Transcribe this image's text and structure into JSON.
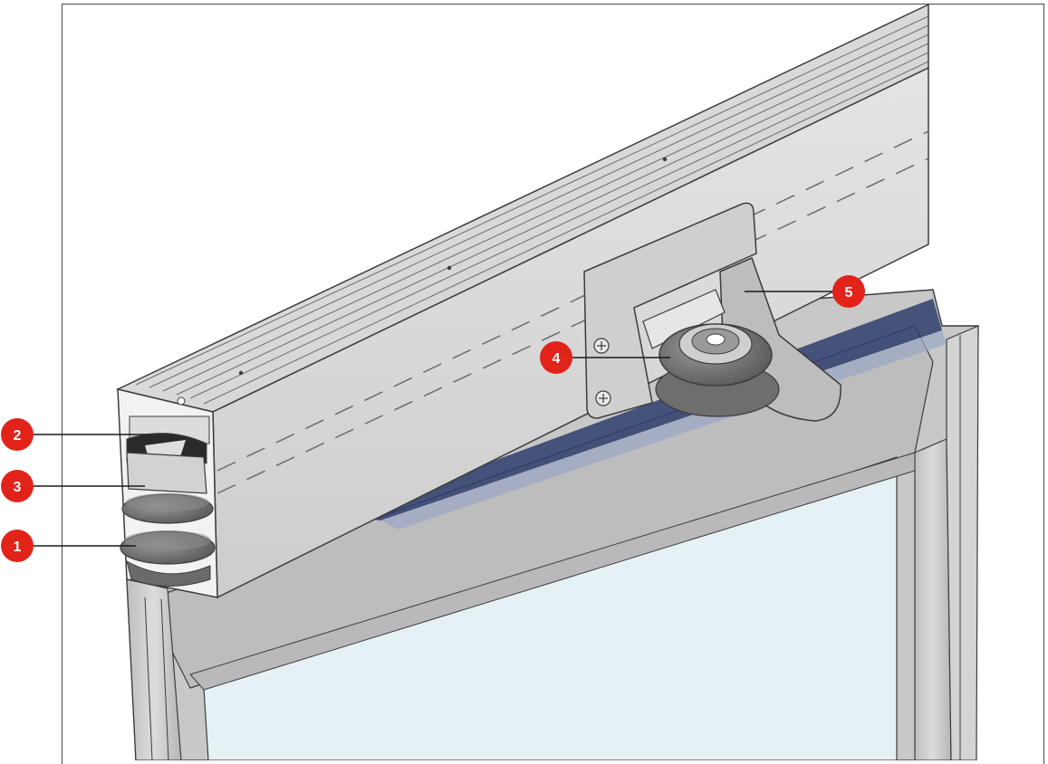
{
  "diagram": {
    "colors": {
      "callout": "#e2231a",
      "outline": "#3c3c3c",
      "aluminium_light": "#d9d9d9",
      "aluminium_mid": "#c3c3c3",
      "aluminium_dark": "#a9a9a9",
      "glass": "#e6f1f6",
      "seal_blue": "#2e3d6b",
      "roller_rubber": "#707070"
    },
    "callouts": [
      {
        "number": "1",
        "part": "lower-roller"
      },
      {
        "number": "2",
        "part": "top-guide"
      },
      {
        "number": "3",
        "part": "upper-roller"
      },
      {
        "number": "4",
        "part": "carriage-roller"
      },
      {
        "number": "5",
        "part": "mounting-bracket"
      }
    ]
  }
}
